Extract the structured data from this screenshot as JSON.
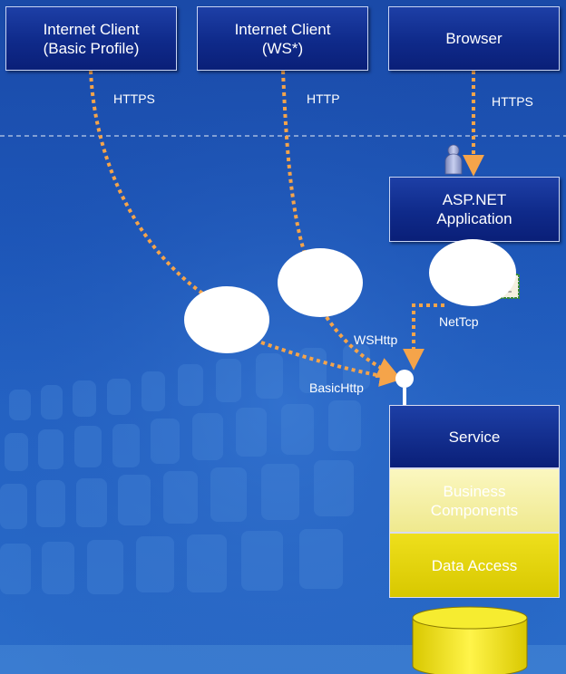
{
  "clients": {
    "basic": {
      "label": "Internet Client\n(Basic Profile)"
    },
    "ws": {
      "label": "Internet Client\n(WS*)"
    },
    "browser": {
      "label": "Browser"
    }
  },
  "aspnet": {
    "label": "ASP.NET\nApplication"
  },
  "protocols": {
    "https_left": "HTTPS",
    "http_mid": "HTTP",
    "https_right": "HTTPS",
    "wshttp": "WSHttp",
    "nettcp": "NetTcp",
    "basichttp": "BasicHttp"
  },
  "layers": {
    "service": "Service",
    "business": "Business\nComponents",
    "data_access": "Data Access"
  },
  "colors": {
    "arrow": "#f5a44a",
    "box_blue": "#0f2a8a",
    "business_yellow": "#f2ee9a",
    "data_yellow": "#e6d80a",
    "database": "#f0e000"
  }
}
